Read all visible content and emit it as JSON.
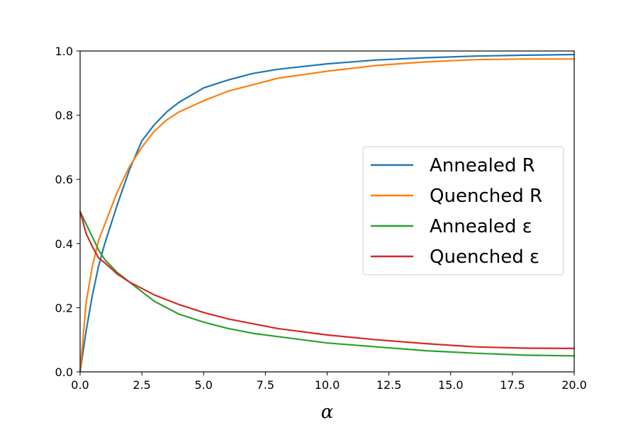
{
  "chart_data": {
    "type": "line",
    "title": "",
    "xlabel": "α",
    "ylabel": "",
    "xlim": [
      0,
      20
    ],
    "ylim": [
      0,
      1
    ],
    "xticks": [
      "0.0",
      "2.5",
      "5.0",
      "7.5",
      "10.0",
      "12.5",
      "15.0",
      "17.5",
      "20.0"
    ],
    "yticks": [
      "0.0",
      "0.2",
      "0.4",
      "0.6",
      "0.8",
      "1.0"
    ],
    "grid": false,
    "legend_position": "center-right",
    "x": [
      0,
      0.25,
      0.5,
      0.75,
      1,
      1.5,
      2,
      2.5,
      3,
      3.5,
      4,
      5,
      6,
      7,
      8,
      10,
      12,
      14,
      16,
      18,
      20
    ],
    "series": [
      {
        "name": "Annealed R",
        "color": "#1f77b4",
        "values": [
          0.0,
          0.13,
          0.24,
          0.33,
          0.4,
          0.52,
          0.63,
          0.72,
          0.77,
          0.81,
          0.84,
          0.885,
          0.91,
          0.93,
          0.943,
          0.96,
          0.972,
          0.979,
          0.984,
          0.987,
          0.989
        ]
      },
      {
        "name": "Quenched R",
        "color": "#ff7f0e",
        "values": [
          0.0,
          0.22,
          0.33,
          0.41,
          0.46,
          0.56,
          0.64,
          0.7,
          0.75,
          0.785,
          0.81,
          0.845,
          0.875,
          0.895,
          0.915,
          0.937,
          0.955,
          0.966,
          0.973,
          0.975,
          0.975
        ]
      },
      {
        "name": "Annealed ε",
        "color": "#2ca02c",
        "values": [
          0.5,
          0.46,
          0.42,
          0.38,
          0.35,
          0.31,
          0.28,
          0.25,
          0.22,
          0.2,
          0.18,
          0.155,
          0.135,
          0.12,
          0.11,
          0.09,
          0.078,
          0.066,
          0.058,
          0.052,
          0.05
        ]
      },
      {
        "name": "Quenched ε",
        "color": "#d62728",
        "values": [
          0.5,
          0.43,
          0.39,
          0.355,
          0.34,
          0.305,
          0.28,
          0.26,
          0.24,
          0.225,
          0.21,
          0.185,
          0.165,
          0.15,
          0.135,
          0.115,
          0.1,
          0.088,
          0.078,
          0.074,
          0.073
        ]
      }
    ]
  }
}
